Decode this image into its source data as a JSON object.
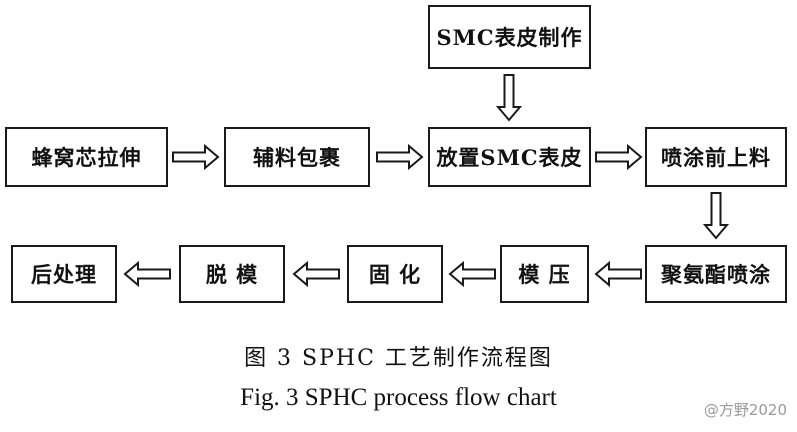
{
  "flow": {
    "boxes": {
      "smc_skin_make": "SMC表皮制作",
      "honeycomb_stretch": "蜂窝芯拉伸",
      "aux_wrap": "辅料包裹",
      "place_smc": "放置SMC表皮",
      "pre_spray": "喷涂前上料",
      "post_process": "后处理",
      "demold": "脱  模",
      "cure": "固  化",
      "mold_press": "模  压",
      "pu_spray": "聚氨酯喷涂"
    }
  },
  "caption": {
    "cn": "图 3   SPHC 工艺制作流程图",
    "en": "Fig. 3   SPHC process flow chart"
  },
  "watermark": "@方野2020"
}
